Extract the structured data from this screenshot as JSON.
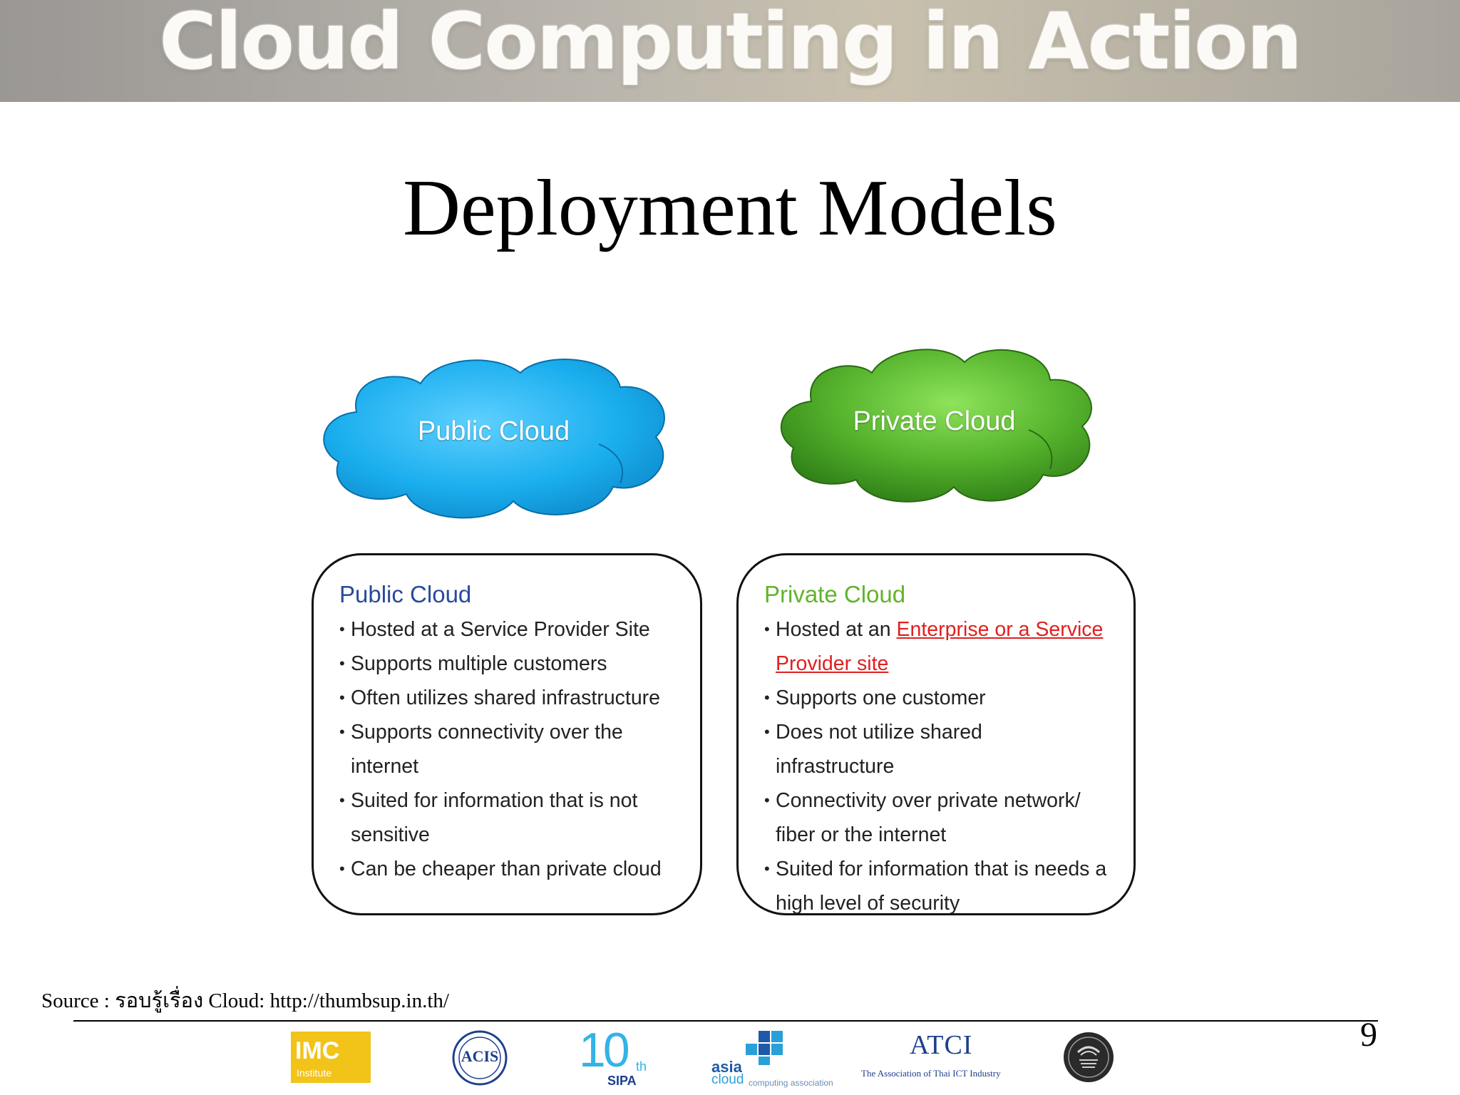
{
  "banner": {
    "title": "Cloud Computing in Action"
  },
  "slide": {
    "title": "Deployment Models"
  },
  "clouds": {
    "public": {
      "label": "Public Cloud",
      "color": "#1fb4ef"
    },
    "private": {
      "label": "Private Cloud",
      "color": "#4fa52a"
    }
  },
  "public_card": {
    "title": "Public Cloud",
    "title_color": "#2a4a9a",
    "bullets": [
      "Hosted at a Service Provider Site",
      "Supports multiple customers",
      "Often utilizes shared infrastructure",
      "Supports connectivity over the internet",
      "Suited for information that is not sensitive",
      "Can be cheaper than private cloud"
    ]
  },
  "private_card": {
    "title": "Private Cloud",
    "title_color": "#62b32a",
    "b1_prefix": "Hosted at an ",
    "b1_highlight_1": "Enterprise or a Service",
    "b1_highlight_2": "Provider site",
    "bullets": [
      "Supports one customer",
      "Does not utilize shared infrastructure",
      "Connectivity over private network/ fiber or the internet",
      "Suited for information that is needs a high level of security"
    ]
  },
  "footer": {
    "source_prefix": "Source : ",
    "source_thai": "รอบรู้เรื่อง",
    "source_rest": " Cloud: http://thumbsup.in.th/",
    "page_number": "9",
    "logos": {
      "imc": "IMC",
      "imc_sub": "Institute",
      "acis": "ACIS",
      "sipa_num": "10",
      "sipa_th": "th",
      "sipa_name": "SIPA",
      "asia_1": "asia",
      "asia_2": "cloud",
      "asia_3": "computing association",
      "atci": "ATCI",
      "atci_sub": "The Association of Thai ICT Industry"
    }
  }
}
